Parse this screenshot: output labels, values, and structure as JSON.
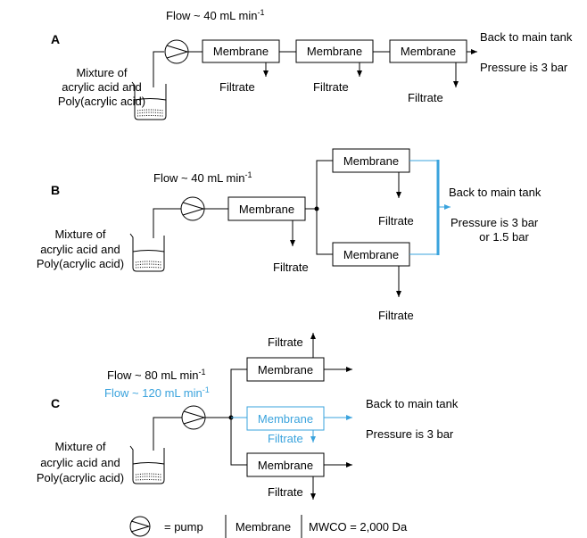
{
  "panels": {
    "A": {
      "label": "A",
      "flow": "Flow ~ 40 mL min",
      "flow_exp": "-1",
      "feed": [
        "Mixture of",
        "acrylic acid and",
        "Poly(acrylic acid)"
      ],
      "membranes": [
        "Membrane",
        "Membrane",
        "Membrane"
      ],
      "filtrates": [
        "Filtrate",
        "Filtrate",
        "Filtrate"
      ],
      "outlet": "Back to main tank",
      "pressure": "Pressure is 3 bar"
    },
    "B": {
      "label": "B",
      "flow": "Flow ~ 40 mL min",
      "flow_exp": "-1",
      "feed": [
        "Mixture of",
        "acrylic acid and",
        "Poly(acrylic acid)"
      ],
      "membranes": [
        "Membrane",
        "Membrane",
        "Membrane"
      ],
      "filtrates": [
        "Filtrate",
        "Filtrate",
        "Filtrate"
      ],
      "outlet": "Back to main tank",
      "pressure": "Pressure is 3 bar",
      "pressure_alt": "or 1.5 bar"
    },
    "C": {
      "label": "C",
      "flow": "Flow ~ 80 mL min",
      "flow_exp": "-1",
      "flow_alt": "Flow ~ 120 mL min",
      "flow_alt_exp": "-1",
      "feed": [
        "Mixture of",
        "acrylic acid and",
        "Poly(acrylic acid)"
      ],
      "membranes": [
        "Membrane",
        "Membrane",
        "Membrane"
      ],
      "filtrates": [
        "Filtrate",
        "Filtrate",
        "Filtrate"
      ],
      "outlet": "Back to main tank",
      "pressure": "Pressure is 3 bar"
    }
  },
  "legend": {
    "pump": "= pump",
    "membrane": "Membrane",
    "mwco": "MWCO = 2,000 Da"
  },
  "colors": {
    "highlight": "#3aa3dd"
  }
}
